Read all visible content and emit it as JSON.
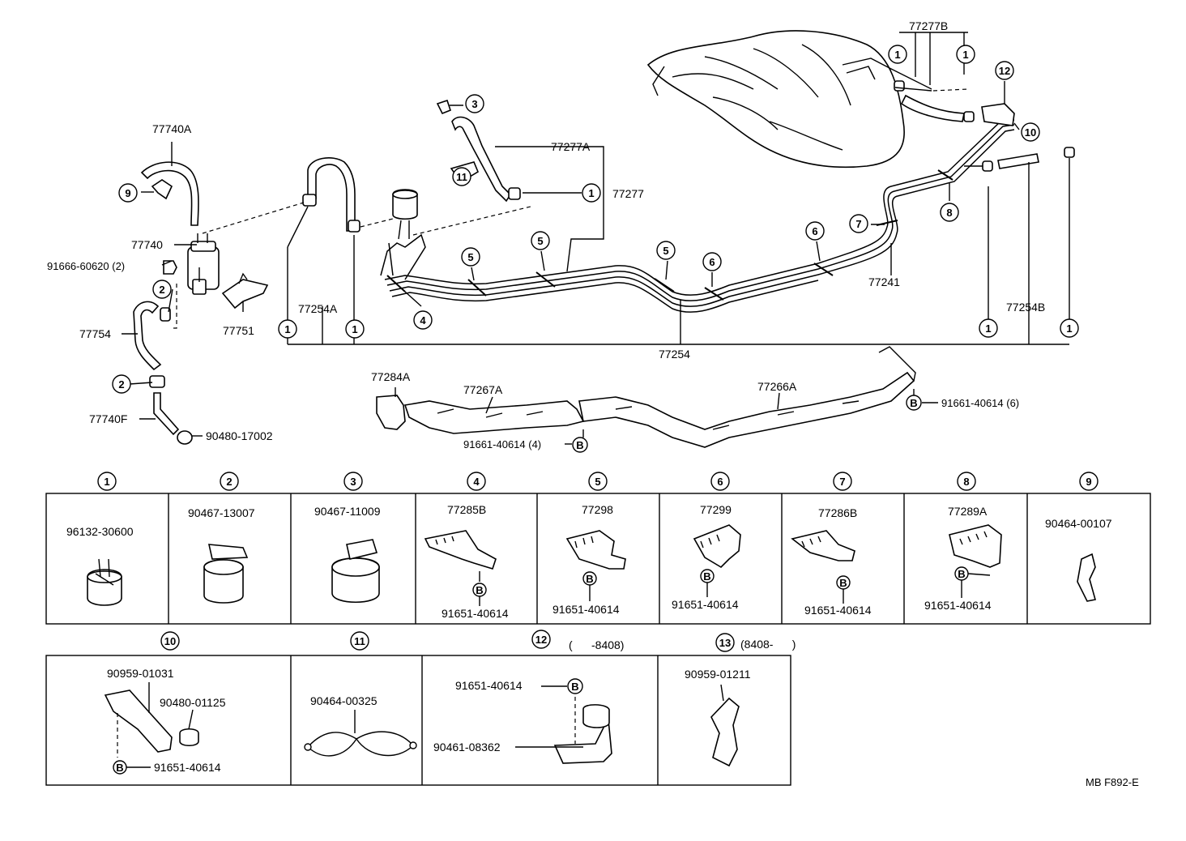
{
  "callouts": {
    "p77740A": "77740A",
    "p77740": "77740",
    "p91666": "91666-60620 (2)",
    "p77754": "77754",
    "p77740F": "77740F",
    "p90480_17002": "90480-17002",
    "p77751": "77751",
    "p77254A": "77254A",
    "p77277A": "77277A",
    "p77277": "77277",
    "p77277B": "77277B",
    "p77241": "77241",
    "p77254B": "77254B",
    "p77254": "77254",
    "p77284A": "77284A",
    "p77267A": "77267A",
    "p77266A": "77266A",
    "p91661_6": "91661-40614 (6)",
    "p91661_4": "91661-40614 (4)",
    "code": "MB F892-E"
  },
  "markers": {
    "m1": "1",
    "m2": "2",
    "m3": "3",
    "m4": "4",
    "m5": "5",
    "m6": "6",
    "m7": "7",
    "m8": "8",
    "m9": "9",
    "m10": "10",
    "m11": "11",
    "m12": "12",
    "m13": "13",
    "b": "B"
  },
  "table_row1": [
    {
      "index": "1",
      "part": "96132-30600",
      "bolt": ""
    },
    {
      "index": "2",
      "part": "90467-13007",
      "bolt": ""
    },
    {
      "index": "3",
      "part": "90467-11009",
      "bolt": ""
    },
    {
      "index": "4",
      "part": "77285B",
      "bolt": "91651-40614"
    },
    {
      "index": "5",
      "part": "77298",
      "bolt": "91651-40614"
    },
    {
      "index": "6",
      "part": "77299",
      "bolt": "91651-40614"
    },
    {
      "index": "7",
      "part": "77286B",
      "bolt": "91651-40614"
    },
    {
      "index": "8",
      "part": "77289A",
      "bolt": "91651-40614"
    },
    {
      "index": "9",
      "part": "90464-00107",
      "bolt": ""
    }
  ],
  "table_row2": [
    {
      "index": "10",
      "part": "90959-01031",
      "part2": "90480-01125",
      "bolt": "91651-40614",
      "range": ""
    },
    {
      "index": "11",
      "part": "90464-00325",
      "range": ""
    },
    {
      "index": "12",
      "part": "91651-40614",
      "part2": "90461-08362",
      "range": "(      -8408)"
    },
    {
      "index": "13",
      "part": "90959-01211",
      "range": "(8408-      )"
    }
  ]
}
